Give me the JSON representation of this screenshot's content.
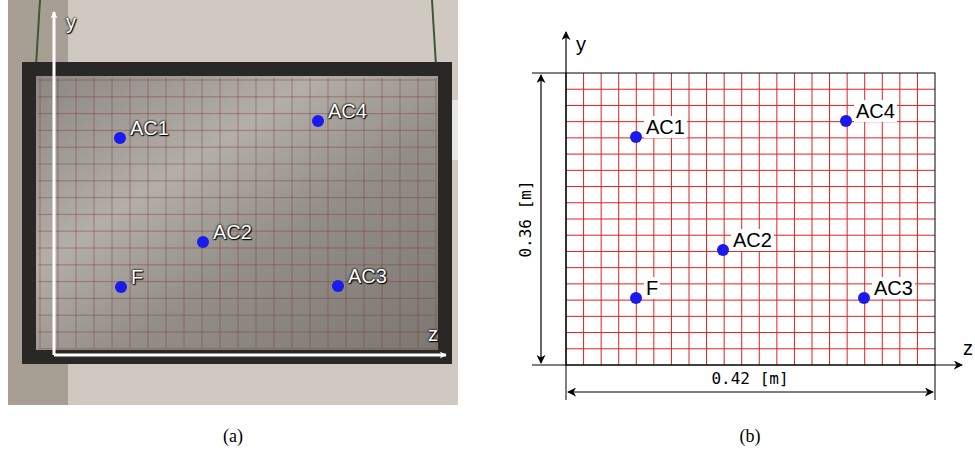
{
  "diagram": {
    "labels": [
      "y",
      "z",
      "AC1",
      "AC4",
      "AC2",
      "F",
      "AC3",
      "(a)",
      "y",
      "z",
      "0.36 [m]",
      "AC1",
      "AC4",
      "AC2",
      "F",
      "AC3",
      "0.42 [m]",
      "(b)"
    ]
  }
}
